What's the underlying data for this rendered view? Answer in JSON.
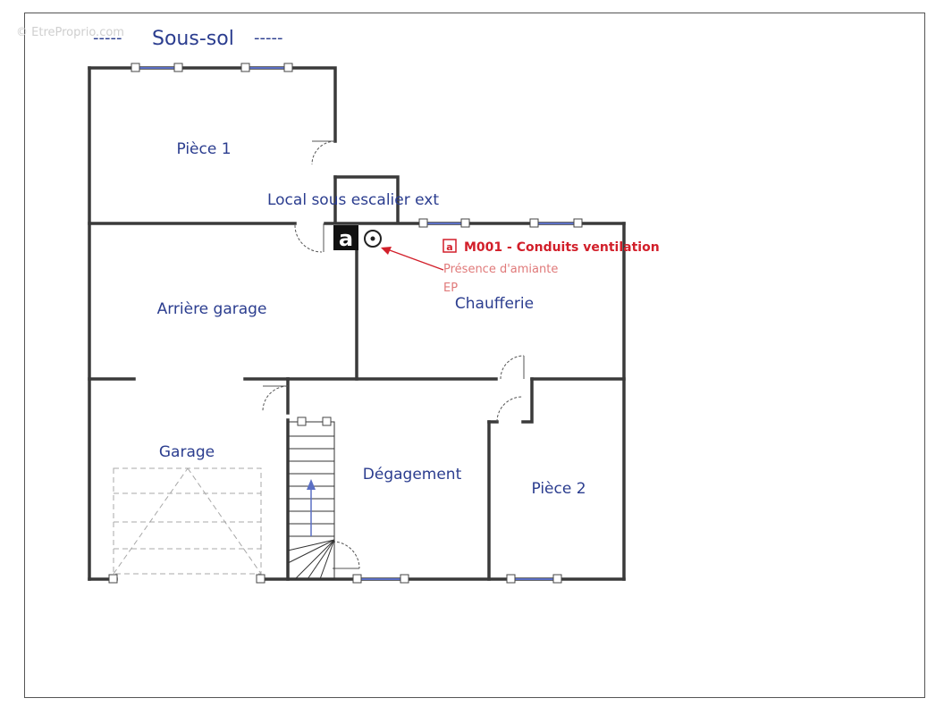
{
  "watermark": "© EtreProprio.com",
  "title": {
    "left_dashes": "-----",
    "text": "Sous-sol",
    "right_dashes": "-----"
  },
  "rooms": {
    "piece1": "Pièce 1",
    "local_escalier": "Local sous escalier ext",
    "arriere_garage": "Arrière garage",
    "chaufferie": "Chaufferie",
    "garage": "Garage",
    "degagement": "Dégagement",
    "piece2": "Pièce 2"
  },
  "marker": {
    "glyph": "a",
    "icon": "sample-point-icon"
  },
  "annotation": {
    "badge": "a",
    "code": "M001 - Conduits ventilation",
    "status": "Présence d'amiante",
    "ep": "EP"
  },
  "colors": {
    "room_label": "#2b3d8f",
    "annotation_red": "#d21f2a",
    "annotation_sub": "#e07a7a",
    "window": "#5b6fc4",
    "wall": "#3a3a3a"
  }
}
